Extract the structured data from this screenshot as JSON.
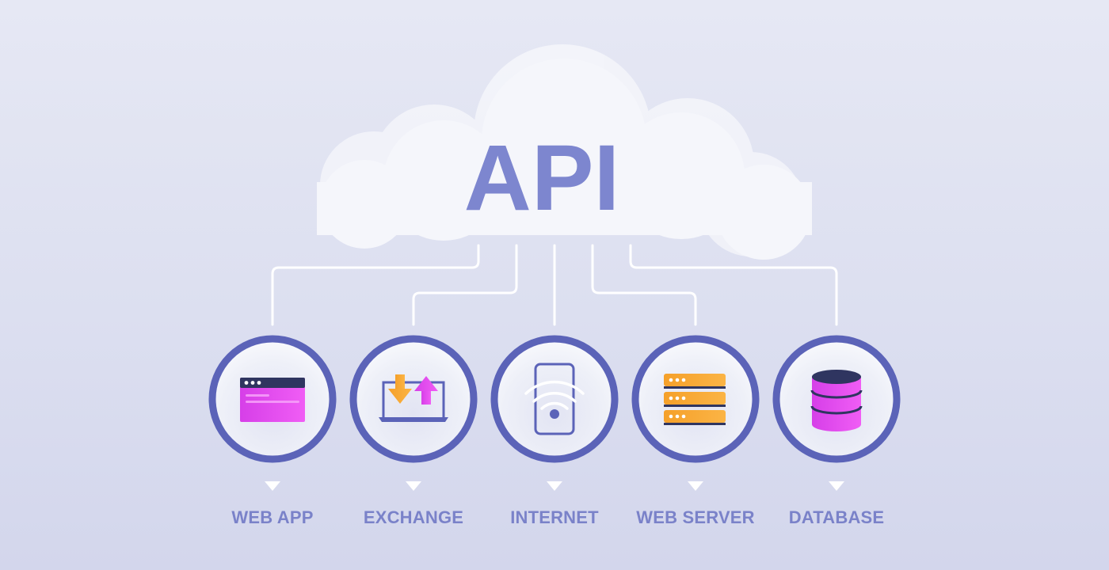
{
  "title": "API",
  "colors": {
    "accent": "#5b63b8",
    "title": "#7d86cf",
    "label": "#7a82c9",
    "connector": "#ffffff",
    "cloud": "#f5f6fb",
    "magenta": "#e549f0",
    "orange": "#f7a530",
    "navy": "#2f3560"
  },
  "nodes": [
    {
      "id": "web-app",
      "label": "WEB APP",
      "icon": "browser-window-icon"
    },
    {
      "id": "exchange",
      "label": "EXCHANGE",
      "icon": "laptop-transfer-icon"
    },
    {
      "id": "internet",
      "label": "INTERNET",
      "icon": "phone-wifi-icon"
    },
    {
      "id": "web-server",
      "label": "WEB SERVER",
      "icon": "server-rack-icon"
    },
    {
      "id": "database",
      "label": "DATABASE",
      "icon": "database-cylinder-icon"
    }
  ]
}
